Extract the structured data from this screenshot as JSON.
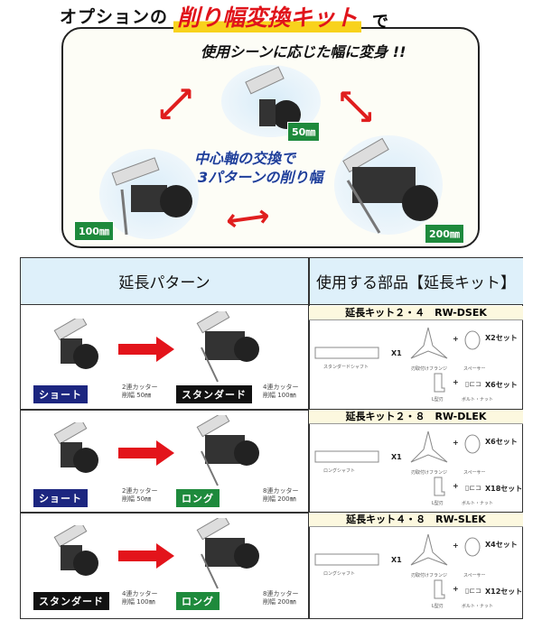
{
  "hero": {
    "title_prefix": "オプションの",
    "title_highlight": "削り幅変換キット",
    "title_suffix": "で",
    "subtitle": "使用シーンに応じた幅に変身 !!",
    "center_line1": "中心軸の交換で",
    "center_line2": "3パターンの削り幅",
    "sizes": [
      "50㎜",
      "100㎜",
      "200㎜"
    ]
  },
  "table": {
    "col1_header": "延長パターン",
    "col2_header": "使用する部品【延長キット】",
    "rows": [
      {
        "from": {
          "label": "ショート",
          "color": "#1c2680",
          "line1": "2連カッター",
          "line2": "削幅 50㎜"
        },
        "to": {
          "label": "スタンダード",
          "color": "#111111",
          "line1": "4連カッター",
          "line2": "削幅 100㎜"
        },
        "kit": "延長キット２・４　RW-DSEK",
        "shaft": "スタンダードシャフト",
        "shaft_qty": "X1",
        "flange": "刃取付けフランジ",
        "spacer": "スペーサー",
        "set1_qty": "X2セット",
        "bracket": "L型刃",
        "bolt": "ボルト・ナット",
        "set2_qty": "X6セット"
      },
      {
        "from": {
          "label": "ショート",
          "color": "#1c2680",
          "line1": "2連カッター",
          "line2": "削幅 50㎜"
        },
        "to": {
          "label": "ロング",
          "color": "#1e8a3c",
          "line1": "8連カッター",
          "line2": "削幅 200㎜"
        },
        "kit": "延長キット２・８　RW-DLEK",
        "shaft": "ロングシャフト",
        "shaft_qty": "X1",
        "flange": "刃取付けフランジ",
        "spacer": "スペーサー",
        "set1_qty": "X6セット",
        "bracket": "L型刃",
        "bolt": "ボルト・ナット",
        "set2_qty": "X18セット"
      },
      {
        "from": {
          "label": "スタンダード",
          "color": "#111111",
          "line1": "4連カッター",
          "line2": "削幅 100㎜"
        },
        "to": {
          "label": "ロング",
          "color": "#1e8a3c",
          "line1": "8連カッター",
          "line2": "削幅 200㎜"
        },
        "kit": "延長キット４・８　RW-SLEK",
        "shaft": "ロングシャフト",
        "shaft_qty": "X1",
        "flange": "刃取付けフランジ",
        "spacer": "スペーサー",
        "set1_qty": "X4セット",
        "bracket": "L型刃",
        "bolt": "ボルト・ナット",
        "set2_qty": "X12セット"
      }
    ]
  }
}
